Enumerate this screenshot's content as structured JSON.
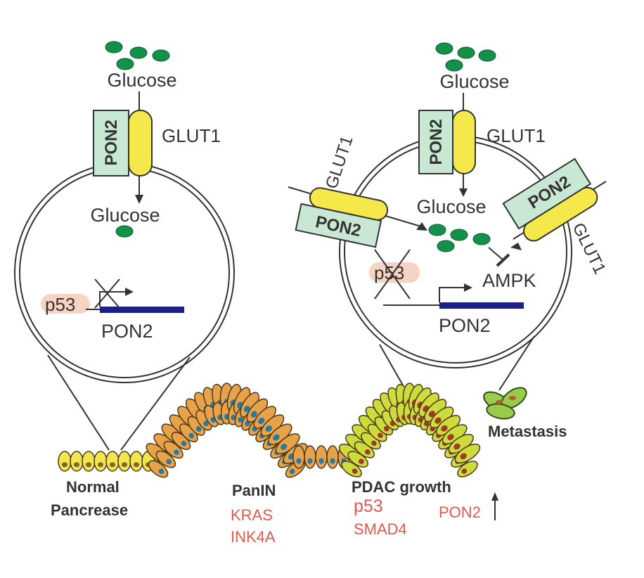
{
  "left_cell": {
    "glucose_outside": "Glucose",
    "glucose_inside": "Glucose",
    "pon2_transporter": "PON2",
    "glut1_label": "GLUT1",
    "p53_label": "p53",
    "gene_label": "PON2"
  },
  "right_cell": {
    "glucose_outside": "Glucose",
    "glucose_inside": "Glucose",
    "pon2_top": "PON2",
    "glut1_top": "GLUT1",
    "pon2_left": "PON2",
    "glut1_left": "GLUT1",
    "pon2_right": "PON2",
    "glut1_right": "GLUT1",
    "p53_label": "p53",
    "ampk_label": "AMPK",
    "gene_label": "PON2"
  },
  "stages": {
    "normal_line1": "Normal",
    "normal_line2": "Pancrease",
    "panin": "PanIN",
    "panin_mut1": "KRAS",
    "panin_mut2": "INK4A",
    "pdac": "PDAC growth",
    "pdac_mut1": "p53",
    "pdac_mut2": "SMAD4",
    "pon2_up": "PON2",
    "metastasis": "Metastasis"
  },
  "colors": {
    "glucose": "#13914a",
    "pon2_box": "#c9e8d4",
    "glut1": "#f5e84a",
    "gene_bar": "#1c1f86",
    "mutation_text": "#e05a4f",
    "p53_highlight": "#f7d3c4",
    "normal_cells": "#f3e550",
    "panin_cells": "#e8a24a",
    "pdac_cells": "#cddc3c"
  }
}
